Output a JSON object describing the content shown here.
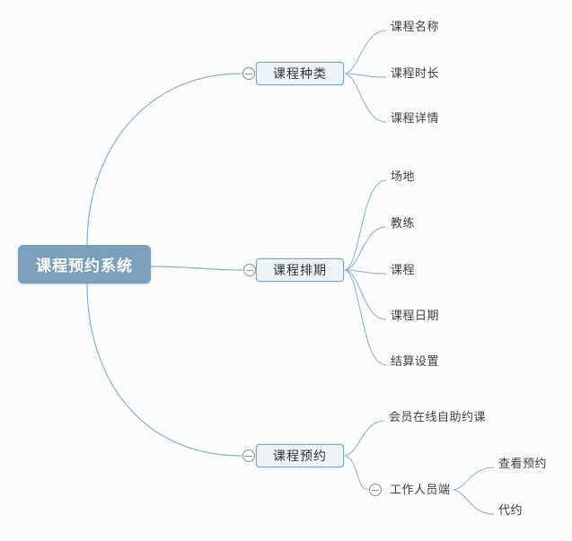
{
  "canvas": {
    "background_color": "#fcfcfc",
    "line_color": "#86b0d3",
    "root_fill_color": "#7d9fbe",
    "branch_fill_color": "#edf2f7",
    "branch_border_color": "#7fa7c7"
  },
  "icons": {
    "collapse": "collapse-minus-icon"
  },
  "mindmap": {
    "root": {
      "label": "课程预约系统"
    },
    "branches": [
      {
        "label": "课程种类",
        "collapsed": false,
        "children": [
          {
            "label": "课程名称"
          },
          {
            "label": "课程时长"
          },
          {
            "label": "课程详情"
          }
        ]
      },
      {
        "label": "课程排期",
        "collapsed": false,
        "children": [
          {
            "label": "场地"
          },
          {
            "label": "教练"
          },
          {
            "label": "课程"
          },
          {
            "label": "课程日期"
          },
          {
            "label": "结算设置"
          }
        ]
      },
      {
        "label": "课程预约",
        "collapsed": false,
        "children": [
          {
            "label": "会员在线自助约课"
          },
          {
            "label": "工作人员端",
            "collapsed": false,
            "children": [
              {
                "label": "查看预约"
              },
              {
                "label": "代约"
              }
            ]
          }
        ]
      }
    ]
  }
}
